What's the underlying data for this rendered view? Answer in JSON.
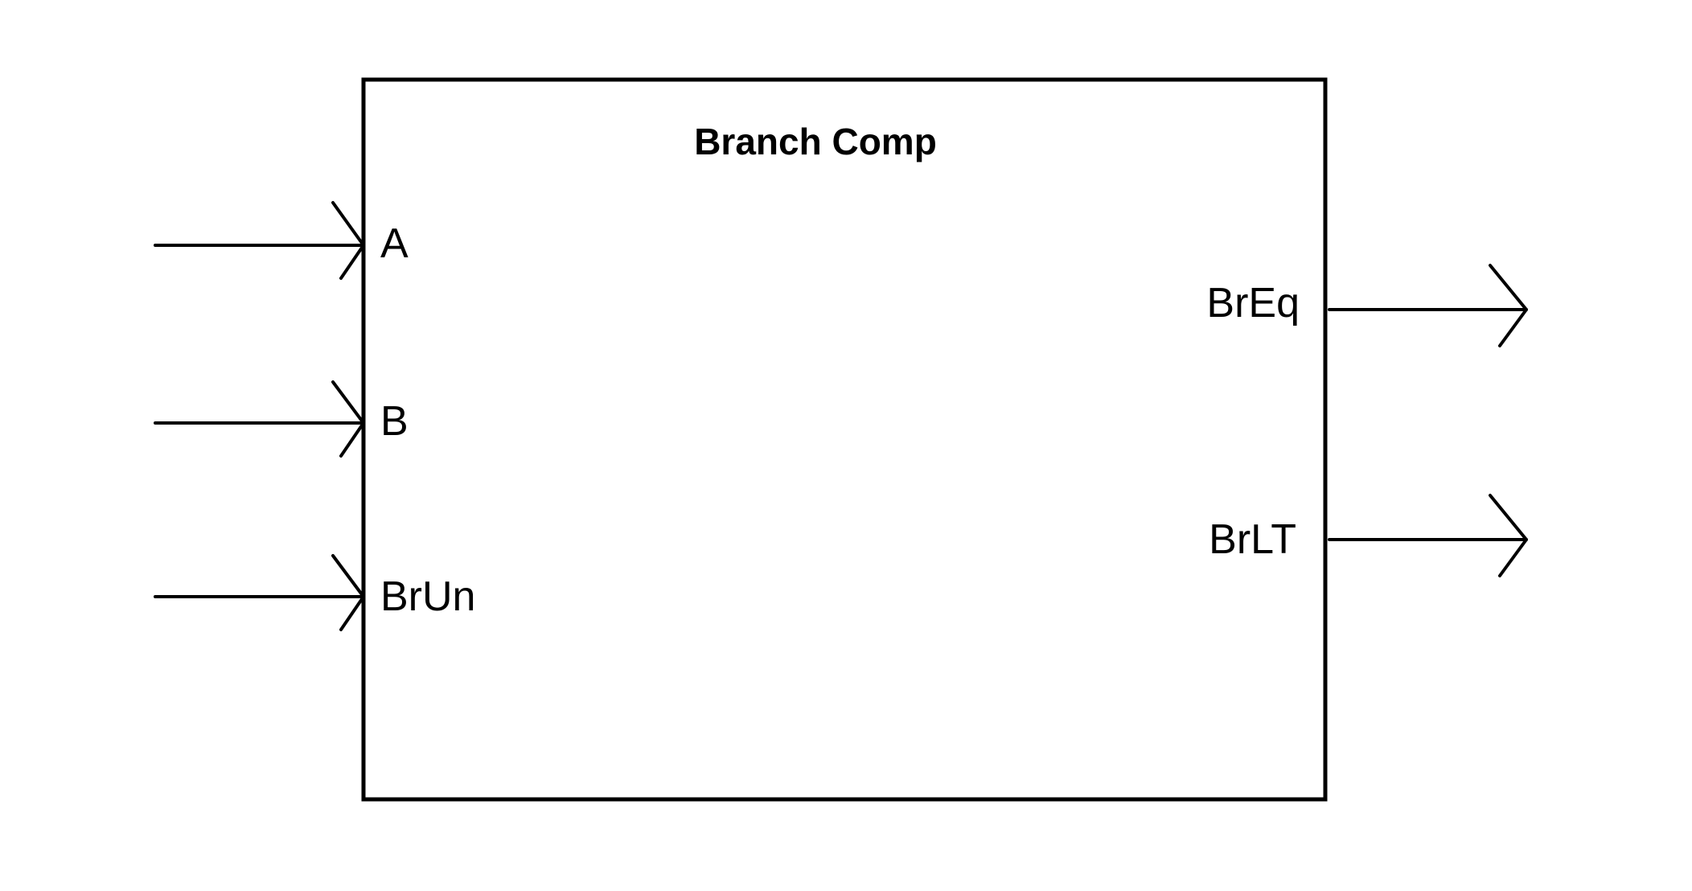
{
  "block": {
    "title": "Branch Comp"
  },
  "inputs": [
    {
      "label": "A"
    },
    {
      "label": "B"
    },
    {
      "label": "BrUn"
    }
  ],
  "outputs": [
    {
      "label": "BrEq"
    },
    {
      "label": "BrLT"
    }
  ],
  "colors": {
    "stroke": "#000000",
    "background": "#ffffff"
  }
}
